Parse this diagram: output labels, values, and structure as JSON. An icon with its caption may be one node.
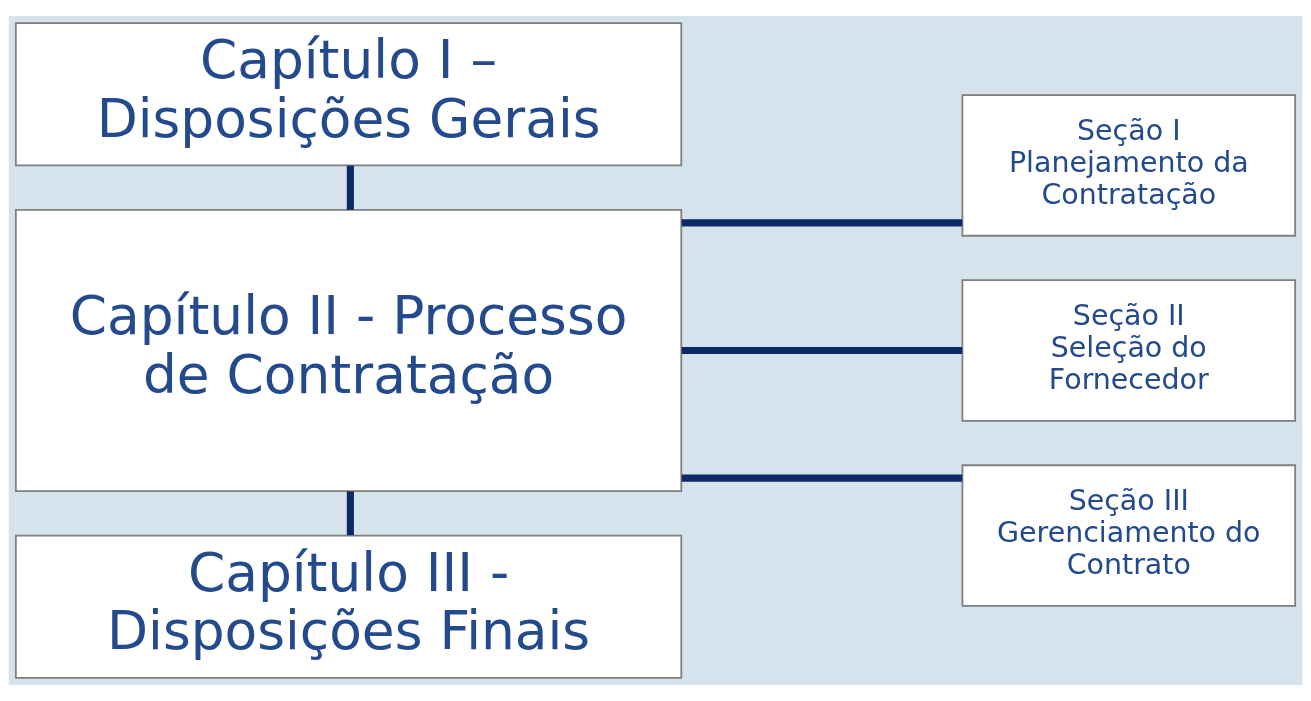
{
  "diagram": {
    "nodes": [
      {
        "text": [
          "Capítulo I – Disposições Gerais"
        ]
      },
      {
        "text": [
          "Capítulo II - Processo de Contratação"
        ]
      },
      {
        "text": [
          "Capítulo III - Disposições Finais"
        ]
      },
      {
        "text": [
          "Seção I",
          "Planejamento da Contratação"
        ]
      },
      {
        "text": [
          "Seção II",
          "Seleção do Fornecedor"
        ]
      },
      {
        "text": [
          "Seção III",
          "Gerenciamento do Contrato"
        ]
      }
    ],
    "edges": [
      {
        "from": 0,
        "to": 1,
        "arrow": "none"
      },
      {
        "from": 1,
        "to": 2,
        "arrow": "none"
      },
      {
        "from": 1,
        "to": 3,
        "arrow": "none"
      },
      {
        "from": 1,
        "to": 4,
        "arrow": "none"
      },
      {
        "from": 1,
        "to": 5,
        "arrow": "none"
      }
    ]
  }
}
